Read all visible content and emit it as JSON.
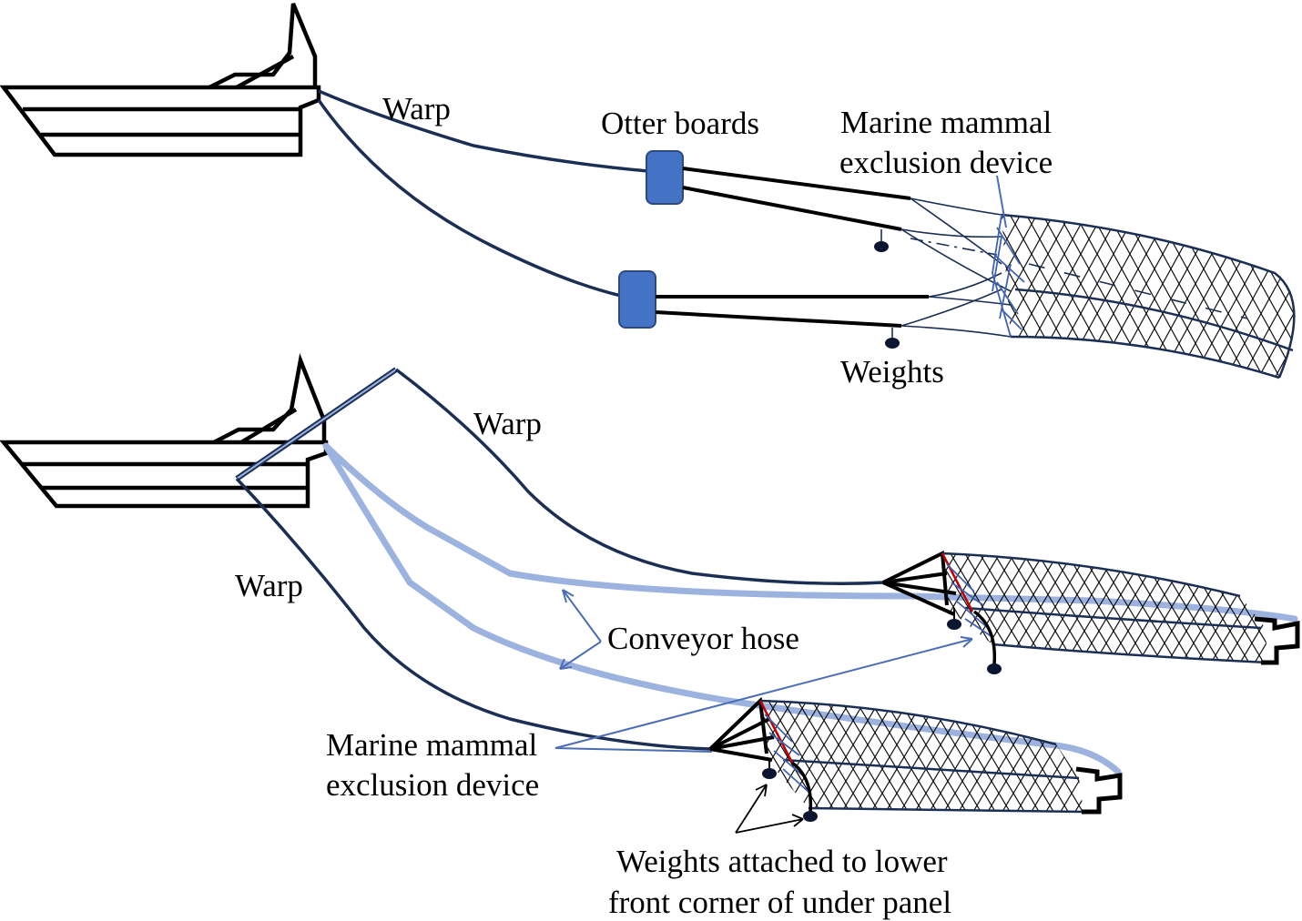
{
  "top_panel": {
    "warp_label": "Warp",
    "otter_boards_label": "Otter boards",
    "med_label_line1": "Marine mammal",
    "med_label_line2": "exclusion device",
    "weights_label": "Weights"
  },
  "bottom_panel": {
    "warp_upper_label": "Warp",
    "warp_lower_label": "Warp",
    "conveyor_hose_label": "Conveyor hose",
    "med_label_line1": "Marine mammal",
    "med_label_line2": "exclusion device",
    "weights_label_line1": "Weights attached to lower",
    "weights_label_line2": "front corner of under panel"
  },
  "colors": {
    "otter_board": "#4472c4",
    "conveyor_hose": "#9db3df",
    "warp": "#1b2f55",
    "exclusion_grid": "#5b7fd0",
    "grid_frame": "#c00000"
  }
}
